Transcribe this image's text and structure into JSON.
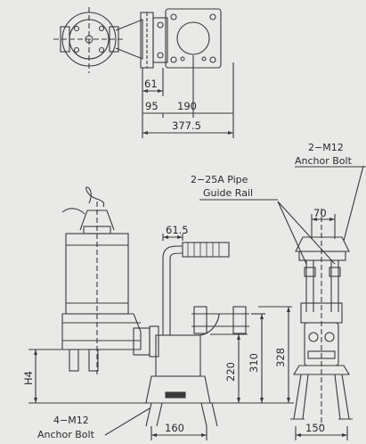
{
  "dimensions": {
    "top": [
      "61",
      "95",
      "190",
      "377.5"
    ],
    "front": [
      "61.5",
      "220",
      "310",
      "328",
      "H4",
      "160"
    ],
    "side": [
      "70",
      "150"
    ]
  },
  "labels": {
    "anchor_bolt_top_line1": "2−M12",
    "anchor_bolt_top_line2": "Anchor Bolt",
    "guide_rail_line1": "2−25A Pipe",
    "guide_rail_line2": "Guide Rail",
    "anchor_bolt_bottom_line1": "4−M12",
    "anchor_bolt_bottom_line2": "Anchor Bolt"
  },
  "colors": {
    "line": "#3a3a3a",
    "background": "#e9e9e7"
  }
}
